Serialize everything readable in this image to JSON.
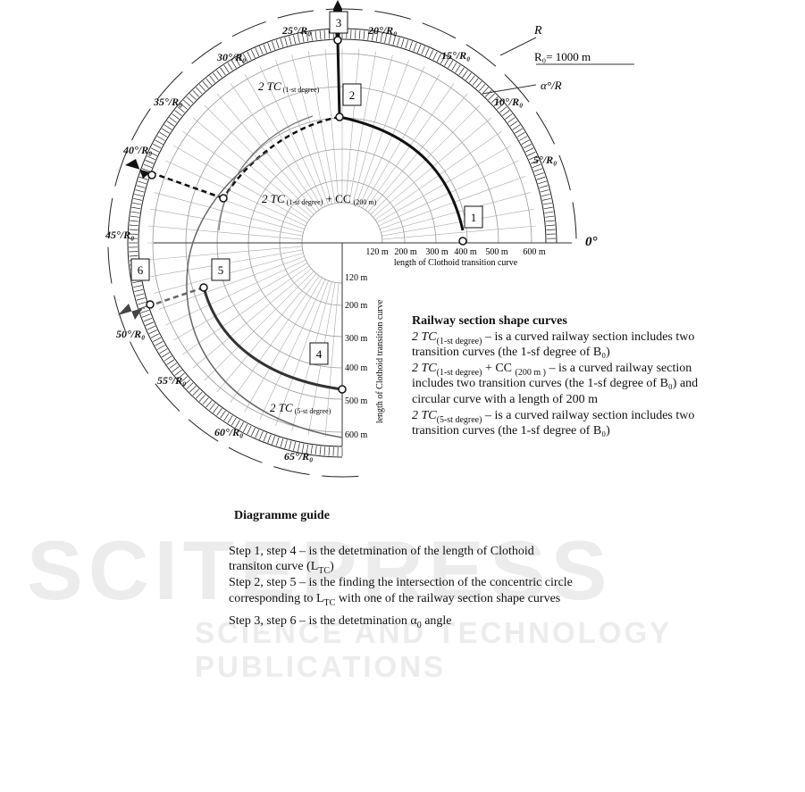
{
  "watermark": {
    "main": "SCITEPRESS",
    "sub": "SCIENCE AND TECHNOLOGY PUBLICATIONS"
  },
  "diagram": {
    "angle_labels": [
      "5°/R₀",
      "10°/R₀",
      "15°/R₀",
      "20°/R₀",
      "25°/R₀",
      "30°/R₀",
      "35°/R₀",
      "40°/R₀",
      "45°/R₀",
      "50°/R₀",
      "55°/R₀",
      "60°/R₀",
      "65°/R₀"
    ],
    "zero_label": "0°",
    "r_label": "R",
    "r0_label": "R₀= 1000 m",
    "alpha_label": "α°/R",
    "h_ticks": [
      "120 m",
      "200 m",
      "300 m",
      "400 m",
      "500 m",
      "600 m"
    ],
    "h_axis_label": "length of Clothoid transition curve",
    "v_ticks": [
      "120 m",
      "200 m",
      "300 m",
      "400 m",
      "500 m",
      "600 m"
    ],
    "v_axis_label": "length of Clothoid transition curve",
    "steps": [
      "1",
      "2",
      "3",
      "4",
      "5",
      "6"
    ],
    "curve_labels": {
      "tc1": "2 TC",
      "tc1_sub": "(1-st degree)",
      "tccc": "2 TC",
      "tccc_sub": "(1-st degree)",
      "tccc_plus": " + CC ",
      "tccc_sub2": "(200 m)",
      "tc5": "2 TC",
      "tc5_sub": "(5-st degree)"
    }
  },
  "legend": {
    "title": "Railway section shape curves",
    "l1_a": "2 TC",
    "l1_sub": "(1-st degree)",
    "l1_b": " – is a curved railway section includes two",
    "l2": "transition curves  (the 1-sf degree of B₀)",
    "l3_a": "2 TC",
    "l3_sub": "(1-st degree)",
    "l3_b": " + CC ",
    "l3_sub2": "(200 m )",
    "l3_c": " – is a curved railway section",
    "l4": "includes two transition curves  (the 1-sf degree of B₀) and",
    "l5": "circular curve with a length of  200 m",
    "l6_a": "2 TC",
    "l6_sub": "(5-st degree)",
    "l6_b": "  – is a curved railway section includes two",
    "l7": "transition curves  (the 1-sf degree of B₀)"
  },
  "guide": {
    "title": "Diagramme guide",
    "s1": "Step 1, step 4  – is the detetmination of the length of Clothoid",
    "s1b": "transiton curve (L",
    "s1b_sub": "TC",
    "s1b_end": ")",
    "s2": "Step 2, step 5 – is the finding the intersection of the concentric circle",
    "s2b": "corresponding to L",
    "s2b_sub": "TC",
    "s2b_end": " with one of the railway section shape curves",
    "s3": "Step 3,  step 6 – is the detetmination α",
    "s3_sub": "0",
    "s3_end": " angle"
  }
}
